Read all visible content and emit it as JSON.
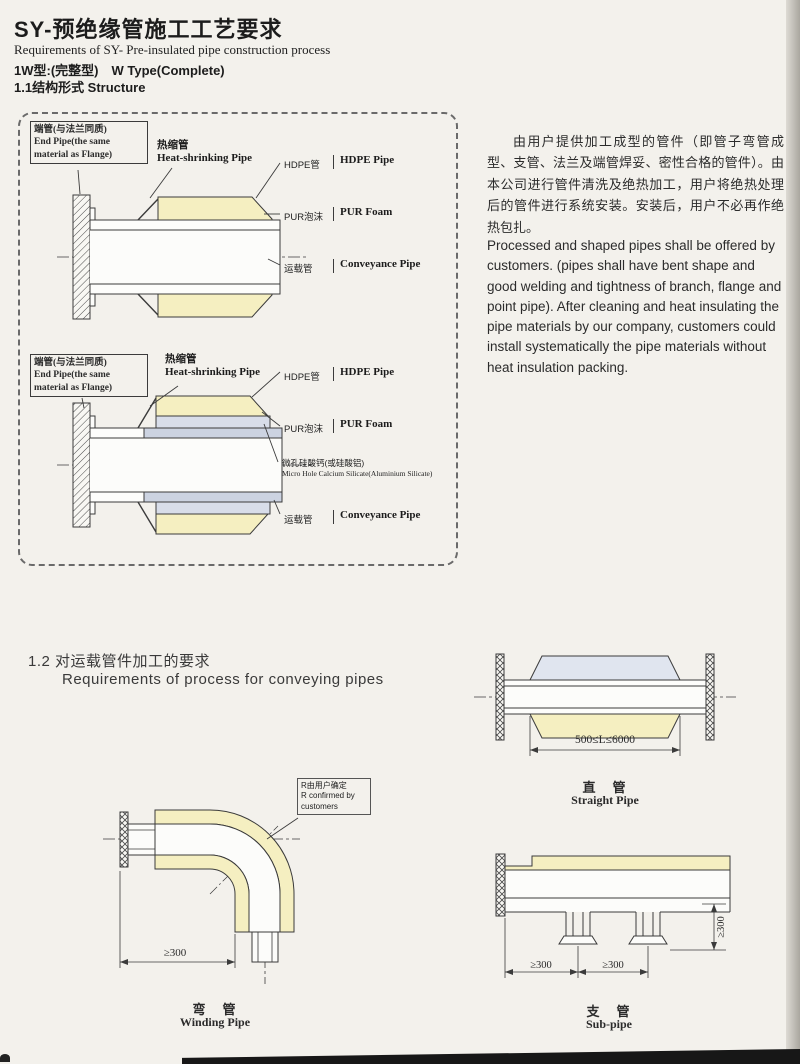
{
  "header": {
    "title": "SY-预绝缘管施工工艺要求",
    "subtitle": "Requirements of SY- Pre-insulated pipe construction process",
    "type_line": "1W型:(完整型)　W Type(Complete)",
    "section_1_1": "1.1结构形式  Structure"
  },
  "labels": {
    "end_pipe_zh": "端管(与法兰同质)",
    "end_pipe_en": "End Pipe(the same material as Flange)",
    "heat_shrink_zh": "热缩管",
    "heat_shrink_en": "Heat-shrinking Pipe",
    "hdpe_zh": "HDPE管",
    "hdpe_en": "HDPE Pipe",
    "pur_zh": "PUR泡沫",
    "pur_en": "PUR Foam",
    "conveyance_zh": "运载管",
    "conveyance_en": "Conveyance Pipe",
    "silicate_zh": "微孔硅酸钙(或硅酸铝)",
    "silicate_en": "Micro Hole Calcium Silicate(Aluminium Silicate)"
  },
  "right_text": {
    "zh": "由用户提供加工成型的管件（即管子弯管成型、支管、法兰及端管焊妥、密性合格的管件）。由本公司进行管件清洗及绝热加工，用户将绝热处理后的管件进行系统安装。安装后，用户不必再作绝热包扎。",
    "en": "Processed and shaped pipes shall be offered by customers. (pipes shall have bent shape and good welding and tightness of branch, flange and point pipe). After cleaning and heat insulating the pipe materials by our company, customers could install systematically the pipe materials without heat insulation packing."
  },
  "section_1_2": {
    "zh": "1.2 对运载管件加工的要求",
    "en": "Requirements of process for conveying pipes"
  },
  "straight_pipe": {
    "dimension": "500≤L≤6000",
    "caption_zh": "直　管",
    "caption_en": "Straight Pipe"
  },
  "winding_pipe": {
    "note_zh": "R由用户确定",
    "note_en": "R confirmed by customers",
    "dimension": "≥300",
    "caption_zh": "弯　管",
    "caption_en": "Winding Pipe"
  },
  "sub_pipe": {
    "dim_left": "≥300",
    "dim_mid": "≥300",
    "dim_vert": "≥300",
    "caption_zh": "支　管",
    "caption_en": "Sub-pipe"
  },
  "colors": {
    "pur_yellow": "#f5efc1",
    "silicate_blue": "#ccd3e1",
    "line": "#3b3b3b",
    "paper": "#f3f1ec"
  }
}
